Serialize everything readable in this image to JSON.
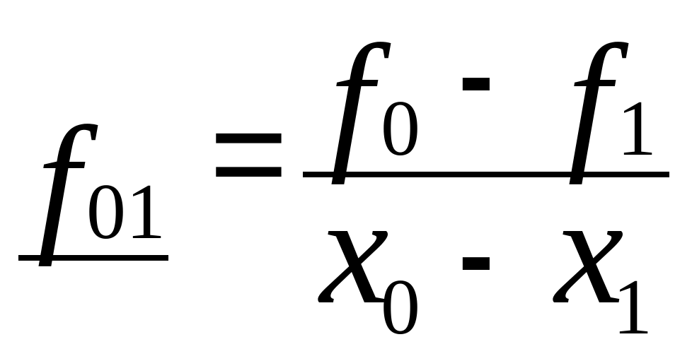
{
  "formula": {
    "lhs": {
      "variable": "f",
      "subscript": "01"
    },
    "equals": "=",
    "numerator": {
      "first_variable": "f",
      "first_subscript": "0",
      "operator": "-",
      "second_variable": "f",
      "second_subscript": "1"
    },
    "denominator": {
      "first_variable": "x",
      "first_subscript": "0",
      "operator": "-",
      "second_variable": "x",
      "second_subscript": "1"
    }
  },
  "colors": {
    "ink": "#000000",
    "background": "#ffffff"
  }
}
